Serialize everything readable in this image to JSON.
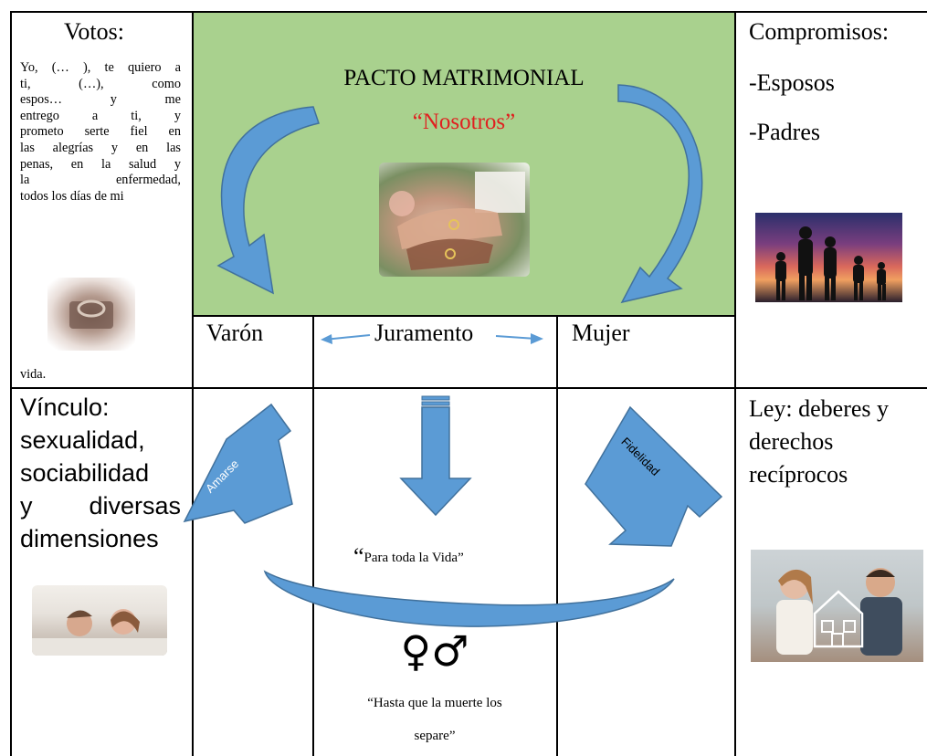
{
  "votos": {
    "heading": "Votos:",
    "text_lines": [
      "Yo, (… ), te quiero a",
      "ti, (…), como",
      "espos… y me",
      "entrego a ti, y",
      "prometo serte fiel en",
      "las alegrías y en las",
      "penas, en la salud y",
      "la enfermedad,",
      "todos los días de mi"
    ],
    "tail": "vida."
  },
  "pacto": {
    "title": "PACTO MATRIMONIAL",
    "subtitle": "“Nosotros”",
    "bg_color": "#a9d18e",
    "subtitle_color": "#e02020"
  },
  "compromisos": {
    "heading": "Compromisos:",
    "items": [
      "-Esposos",
      "-Padres"
    ]
  },
  "row2": {
    "varon": "Varón",
    "juramento": "Juramento",
    "mujer": "Mujer"
  },
  "vinculo": {
    "lines": [
      "Vínculo:",
      "sexualidad,",
      "sociabilidad",
      "y diversas",
      "dimensiones"
    ]
  },
  "center": {
    "amarse": "Amarse",
    "fidelidad": "Fidelidad",
    "para_toda_quote": "“",
    "para_toda": "Para toda la Vida”",
    "gender_symbol": "♀♂",
    "hasta_line1": "“Hasta que la muerte los",
    "hasta_line2": "separe”",
    "arrow_color": "#5b9bd5",
    "arrow_stroke": "#41719c"
  },
  "ley": {
    "lines": [
      "Ley: deberes y",
      "derechos",
      "recíprocos"
    ]
  }
}
